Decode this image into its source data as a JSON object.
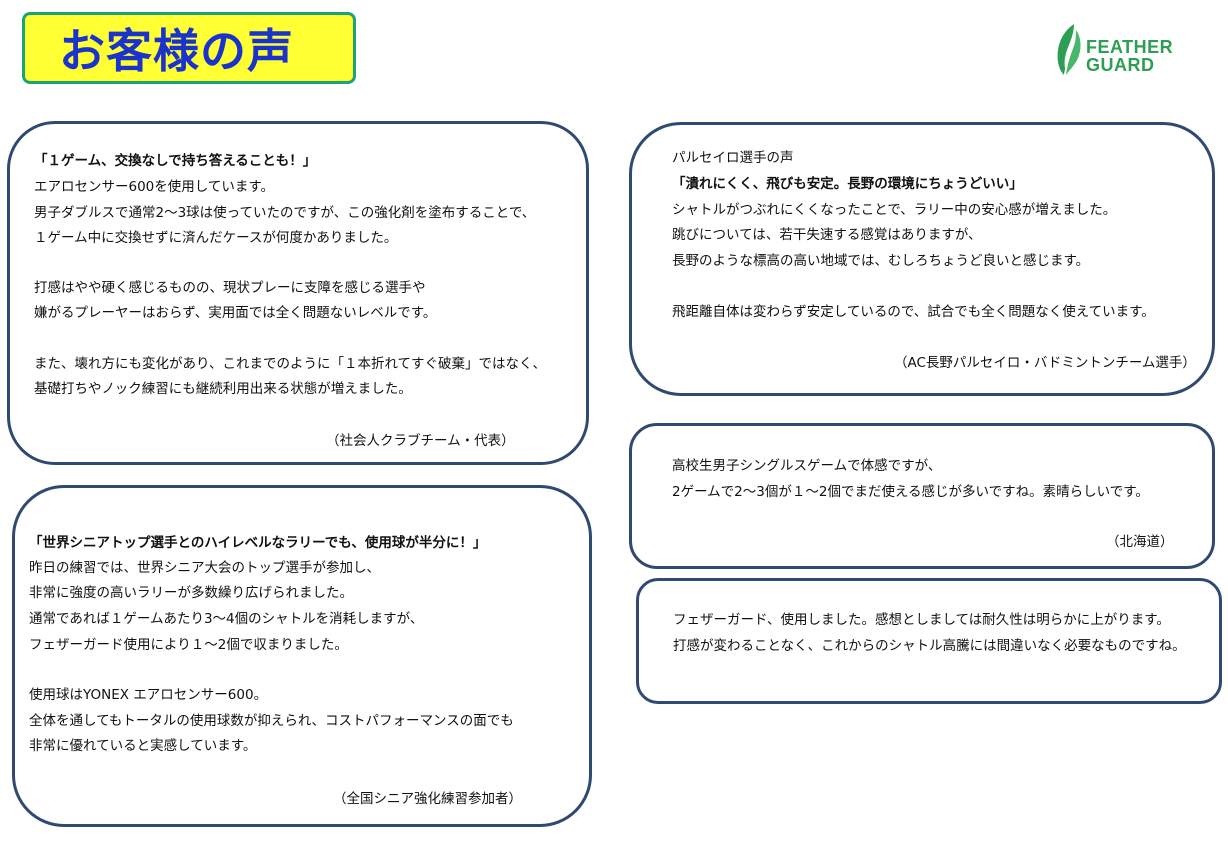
{
  "header": {
    "title": "お客様の声"
  },
  "logo": {
    "line1": "FEATHER",
    "line2": "GUARD",
    "color": "#2e9e52"
  },
  "colors": {
    "title_bg": "#ffff33",
    "title_border": "#1aa37a",
    "title_text": "#1a33cc",
    "card_border": "#2f4a72"
  },
  "cards": [
    {
      "heading": "「１ゲーム、交換なしで持ち答えることも！」",
      "lines": [
        "エアロセンサー600を使用しています。",
        "男子ダブルスで通常2～3球は使っていたのですが、この強化剤を塗布することで、",
        "１ゲーム中に交換せずに済んだケースが何度かありました。",
        "打感はやや硬く感じるものの、現状プレーに支障を感じる選手や",
        "嫌がるプレーヤーはおらず、実用面では全く問題ないレベルです。",
        "また、壊れ方にも変化があり、これまでのように「１本折れてすぐ破棄」ではなく、",
        "基礎打ちやノック練習にも継続利用出来る状態が増えました。"
      ],
      "signature": "（社会人クラブチーム・代表）"
    },
    {
      "heading": "「世界シニアトップ選手とのハイレベルなラリーでも、使用球が半分に！」",
      "lines": [
        "昨日の練習では、世界シニア大会のトップ選手が参加し、",
        "非常に強度の高いラリーが多数繰り広げられました。",
        "通常であれば１ゲームあたり3～4個のシャトルを消耗しますが、",
        "フェザーガード使用により１～2個で収まりました。",
        "使用球はYONEX エアロセンサー600。",
        "全体を通してもトータルの使用球数が抑えられ、コストパフォーマンスの面でも",
        "非常に優れていると実感しています。"
      ],
      "signature": "（全国シニア強化練習参加者）"
    },
    {
      "pre": "パルセイロ選手の声",
      "heading": "「潰れにくく、飛びも安定。長野の環境にちょうどいい」",
      "lines": [
        "シャトルがつぶれにくくなったことで、ラリー中の安心感が増えました。",
        "跳びについては、若干失速する感覚はありますが、",
        "長野のような標高の高い地域では、むしろちょうど良いと感じます。",
        "飛距離自体は変わらず安定しているので、試合でも全く問題なく使えています。"
      ],
      "signature": "（AC長野パルセイロ・バドミントンチーム選手）"
    },
    {
      "lines": [
        "高校生男子シングルスゲームで体感ですが、",
        "2ゲームで2～3個が１～2個でまだ使える感じが多いですね。素晴らしいです。"
      ],
      "signature": "（北海道）"
    },
    {
      "lines": [
        "フェザーガード、使用しました。感想としましては耐久性は明らかに上がります。",
        "打感が変わることなく、これからのシャトル高騰には間違いなく必要なものですね。"
      ]
    }
  ]
}
